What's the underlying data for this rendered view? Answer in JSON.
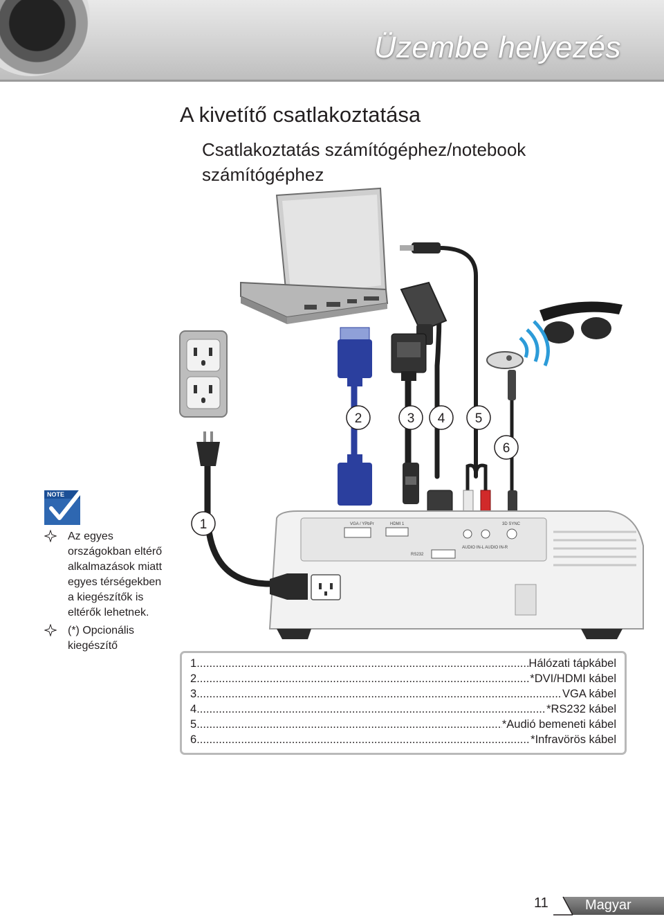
{
  "header": {
    "chapter_title": "Üzembe helyezés"
  },
  "section": {
    "title": "A kivetítő csatlakoztatása",
    "subtitle": "Csatlakoztatás számítógéphez/notebook számítógéphez"
  },
  "diagram": {
    "callouts": [
      "1",
      "2",
      "3",
      "4",
      "5",
      "6"
    ],
    "port_labels": {
      "vga": "VGA / YPbPr",
      "hdmi": "HDMI 1",
      "rs232": "RS232",
      "audio": "AUDIO IN-L  AUDIO IN-R",
      "sync": "3D SYNC"
    }
  },
  "note": {
    "icon": "note-check-icon",
    "badge_text": "NOTE",
    "items": [
      "Az egyes országokban eltérő alkalmazások miatt egyes térségekben a kiegészítők is eltérők lehetnek.",
      "(*) Opcionális kiegészítő"
    ]
  },
  "legend": [
    {
      "num": "1",
      "label": "Hálózati tápkábel"
    },
    {
      "num": "2",
      "label": "*DVI/HDMI kábel"
    },
    {
      "num": "3",
      "label": "VGA kábel"
    },
    {
      "num": "4",
      "label": "*RS232 kábel"
    },
    {
      "num": "5",
      "label": "*Audió bemeneti kábel"
    },
    {
      "num": "6",
      "label": "*Infravörös kábel"
    }
  ],
  "footer": {
    "page_number": "11",
    "language": "Magyar"
  },
  "colors": {
    "vga_blue": "#2b3f9e",
    "dark_cable": "#1f1f1f",
    "note_blue": "#2e67b1",
    "legend_border": "#b9b9b9"
  }
}
